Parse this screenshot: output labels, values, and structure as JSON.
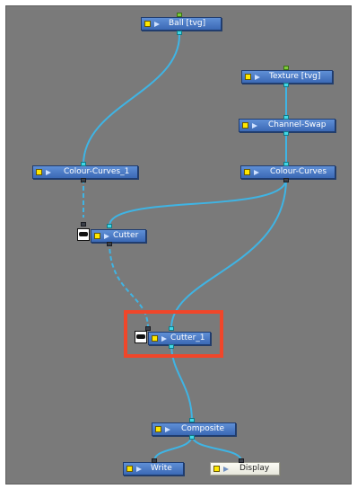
{
  "nodes": {
    "ball": {
      "label": "Ball  [tvg]"
    },
    "texture": {
      "label": "Texture  [tvg]"
    },
    "channel_swap": {
      "label": "Channel-Swap"
    },
    "colour_curves_1": {
      "label": "Colour-Curves_1"
    },
    "colour_curves": {
      "label": "Colour-Curves"
    },
    "cutter": {
      "label": "Cutter"
    },
    "cutter_1": {
      "label": "Cutter_1"
    },
    "composite": {
      "label": "Composite"
    },
    "write": {
      "label": "Write"
    },
    "display": {
      "label": "Display"
    }
  },
  "colors": {
    "wire": "#3fb4e4",
    "selection": "#f0462a",
    "canvas": "#7a7a7a",
    "node": "#4a78c6"
  },
  "icons": {
    "node_enable": "yellow-square-icon",
    "node_expand": "triangle-right-icon",
    "cutter_mask": "mask-icon"
  }
}
